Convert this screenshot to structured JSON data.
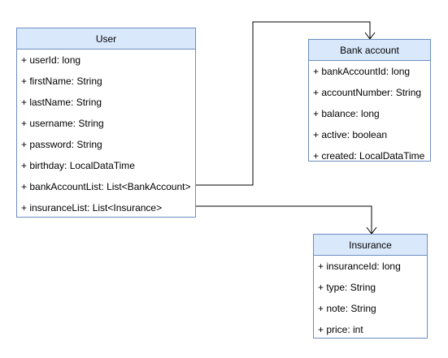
{
  "classes": {
    "user": {
      "name": "User",
      "attributes": [
        "+ userId: long",
        "+ firstName: String",
        "+ lastName: String",
        "+ username: String",
        "+ password: String",
        "+ birthday: LocalDataTime",
        "+ bankAccountList: List<BankAccount>",
        "+ insuranceList: List<Insurance>"
      ]
    },
    "bank_account": {
      "name": "Bank account",
      "attributes": [
        "+ bankAccountId: long",
        "+ accountNumber: String",
        "+ balance: long",
        "+ active: boolean",
        "+ created: LocalDataTime"
      ]
    },
    "insurance": {
      "name": "Insurance",
      "attributes": [
        "+ insuranceId: long",
        "+ type: String",
        "+ note: String",
        "+ price: int"
      ]
    }
  },
  "colors": {
    "header_fill": "#dae8fc",
    "border": "#6c8ebf",
    "connector": "#000000"
  }
}
